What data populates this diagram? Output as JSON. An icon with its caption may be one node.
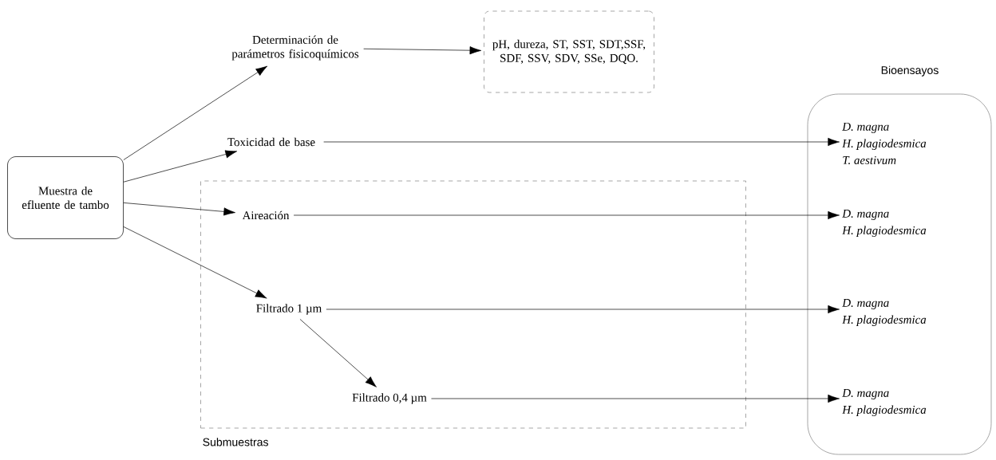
{
  "diagram": {
    "nodes": [
      {
        "text": [
          "Muestra de efluente de tambo"
        ]
      },
      {
        "text": [
          "Determinación de parámetros fisicoquímicos"
        ]
      },
      {
        "text": [
          "pH,  dureza, ST, SST, SDT,SSF, SDF, SSV, SDV, SSe, DQO."
        ]
      },
      {
        "text": [
          "Toxicidad de base"
        ]
      },
      {
        "text": [
          "Submuestras"
        ]
      },
      {
        "text": [
          "Aireación"
        ],
        "in": 4
      },
      {
        "text": [
          "Filtrado 1 µm"
        ],
        "in": 4
      },
      {
        "text": [
          "Filtrado 0,4 µm"
        ],
        "in": 4
      },
      {
        "text": [
          "Bioensayos"
        ]
      },
      {
        "text": [
          "D. magna",
          "H. plagiodesmica",
          "T. aestivum"
        ],
        "in": 8
      },
      {
        "text": [
          "D. magna",
          "H. plagiodesmica"
        ],
        "in": 8
      },
      {
        "text": [
          "D. magna",
          "H. plagiodesmica"
        ],
        "in": 8
      },
      {
        "text": [
          "D. magna",
          "H. plagiodesmica"
        ],
        "in": 8
      }
    ],
    "edges": [
      {
        "from": 0,
        "to": 1,
        "arrow": "to"
      },
      {
        "from": 0,
        "to": 3,
        "arrow": "to"
      },
      {
        "from": 0,
        "to": 5,
        "arrow": "to"
      },
      {
        "from": 0,
        "to": 6,
        "arrow": "to"
      },
      {
        "from": 1,
        "to": 2,
        "arrow": "to"
      },
      {
        "from": 3,
        "to": 9,
        "arrow": "to"
      },
      {
        "from": 5,
        "to": 10,
        "arrow": "to"
      },
      {
        "from": 6,
        "to": 11,
        "arrow": "to"
      },
      {
        "from": 6,
        "to": 7,
        "arrow": "to"
      },
      {
        "from": 7,
        "to": 12,
        "arrow": "to"
      }
    ]
  }
}
